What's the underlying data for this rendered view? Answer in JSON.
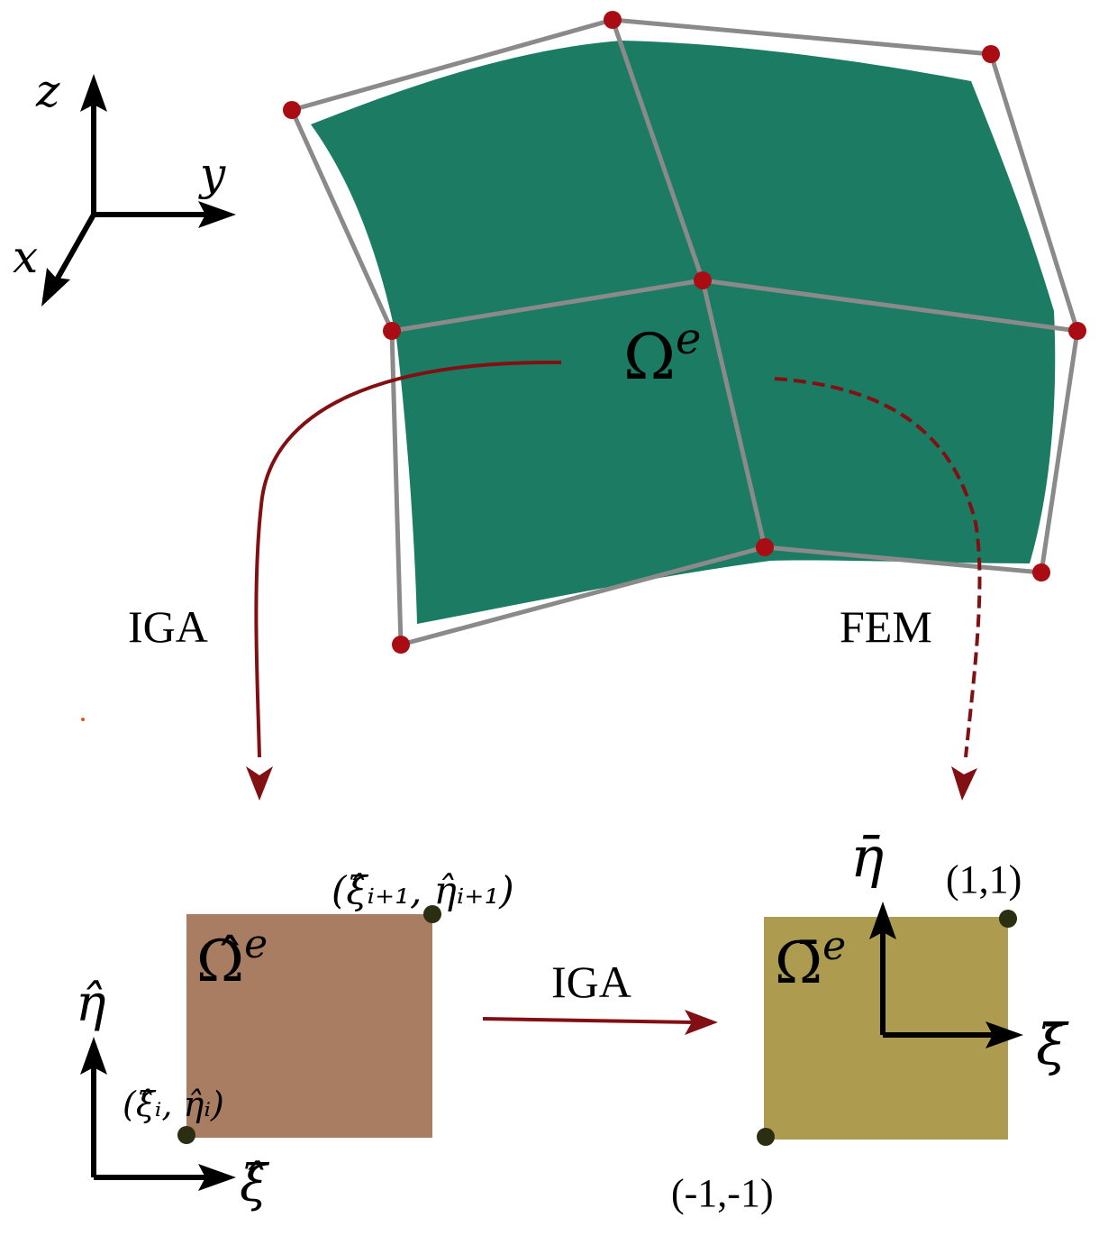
{
  "colors": {
    "surface": "#1b7c63",
    "control_net": "#8a8a8a",
    "control_point": "#a90c12",
    "mapping_arrow": "#820f12",
    "parametric_domain": "#a97d62",
    "parent_domain": "#ad9c50",
    "corner_point": "#2b2e10",
    "axes": "#000000"
  },
  "global_axes": {
    "z": "z",
    "y": "y",
    "x": "x"
  },
  "physical_element": {
    "label_base": "Ω",
    "label_sup": "e"
  },
  "mappings": {
    "left_label": "IGA",
    "right_label": "FEM",
    "bottom_label": "IGA"
  },
  "parametric_element": {
    "label_base": "Ω̂",
    "label_sup": "e",
    "axis_eta": "η̂",
    "axis_xi": "ξ̂",
    "corner_min": "(ξ̂ᵢ, η̂ᵢ)",
    "corner_max": "(ξ̂ᵢ₊₁, η̂ᵢ₊₁)"
  },
  "parent_element": {
    "label_base": "Ω̄",
    "label_sup": "e",
    "axis_eta": "η̄",
    "axis_xi": "ξ̄",
    "corner_min": "(-1,-1)",
    "corner_max": "(1,1)"
  }
}
